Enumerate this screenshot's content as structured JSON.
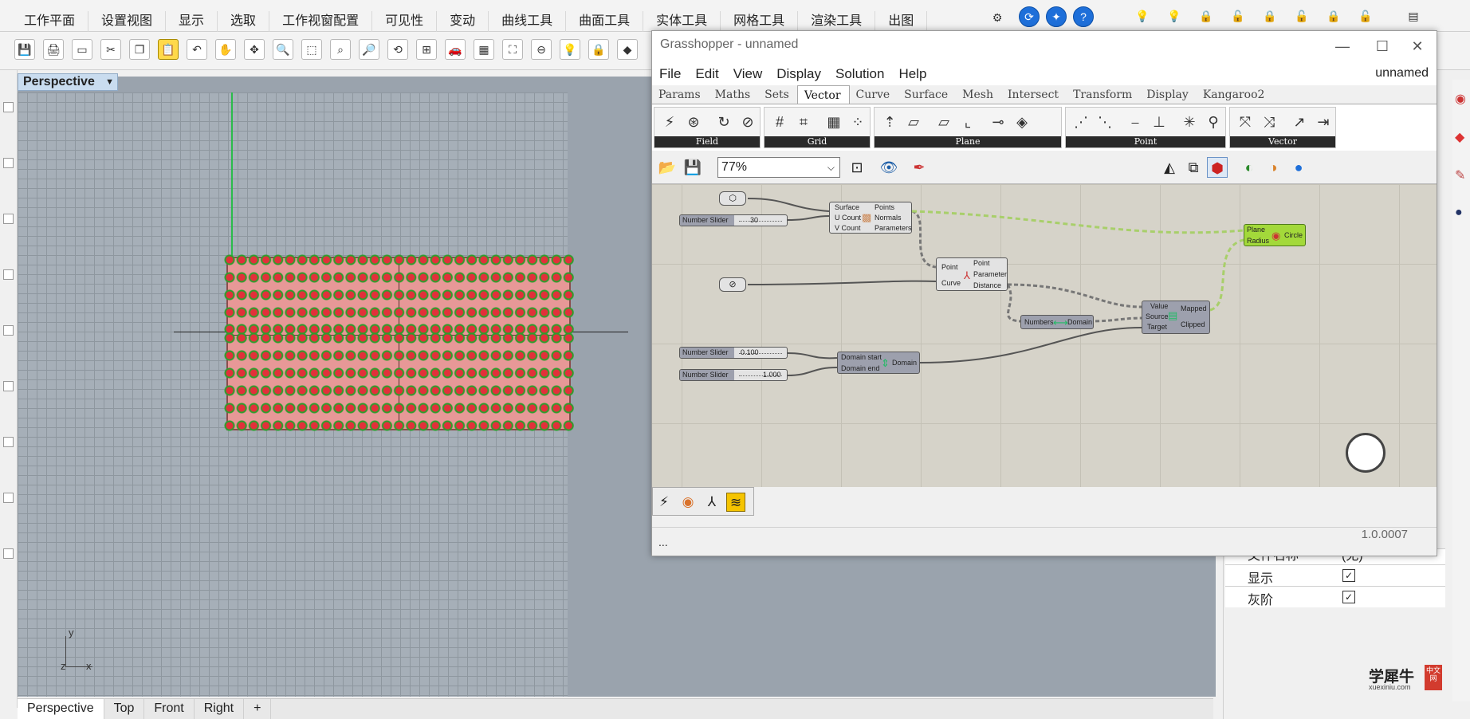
{
  "rhino": {
    "ribbon_tabs": [
      "工作平面",
      "设置视图",
      "显示",
      "选取",
      "工作视窗配置",
      "可见性",
      "变动",
      "曲线工具",
      "曲面工具",
      "实体工具",
      "网格工具",
      "渲染工具",
      "出图"
    ],
    "viewport_label": "Perspective",
    "viewport_menu_icon": "dropdown-arrow-icon",
    "bottom_tabs": [
      "Perspective",
      "Top",
      "Front",
      "Right"
    ],
    "add_tab_label": "+",
    "axis_labels": {
      "y": "y",
      "x": "x",
      "z": "z"
    },
    "properties": {
      "partial_label": "文件名称",
      "partial_value": "(无)",
      "rows": [
        {
          "label": "显示",
          "checked": true
        },
        {
          "label": "灰阶",
          "checked": true
        }
      ]
    },
    "watermark": {
      "main": "学犀牛",
      "sub": "xuexiniu.com",
      "seal": "中文网"
    },
    "colors": {
      "surface": "#e79897",
      "point_fill": "#e2303a",
      "point_ring": "#2c9e2c",
      "y_axis": "#2bbb4b"
    }
  },
  "grasshopper": {
    "title": "Grasshopper - unnamed",
    "doc_name": "unnamed",
    "menu": [
      "File",
      "Edit",
      "View",
      "Display",
      "Solution",
      "Help"
    ],
    "tabs": [
      "Params",
      "Maths",
      "Sets",
      "Vector",
      "Curve",
      "Surface",
      "Mesh",
      "Intersect",
      "Transform",
      "Display",
      "Kangaroo2"
    ],
    "active_tab": "Vector",
    "ribbon_groups": [
      "Field",
      "Grid",
      "Plane",
      "Point",
      "Vector"
    ],
    "zoom": "77%",
    "status_left": "...",
    "version": "1.0.0007",
    "nodes": {
      "divide": {
        "inputs": [
          "Surface",
          "U Count",
          "V Count"
        ],
        "outputs": [
          "Points",
          "Normals",
          "Parameters"
        ]
      },
      "slider1": {
        "label": "Number Slider",
        "value": "30"
      },
      "curve_closest": {
        "inputs": [
          "Point",
          "Curve"
        ],
        "outputs": [
          "Point",
          "Parameter",
          "Distance"
        ]
      },
      "bounds": {
        "input": "Numbers",
        "output": "Domain"
      },
      "remap": {
        "inputs": [
          "Value",
          "Source",
          "Target"
        ],
        "outputs": [
          "Mapped",
          "Clipped"
        ]
      },
      "slider2": {
        "label": "Number Slider",
        "value": "0.100"
      },
      "slider3": {
        "label": "Number Slider",
        "value": "1.000"
      },
      "construct_domain": {
        "inputs": [
          "Domain start",
          "Domain end"
        ],
        "output": "Domain"
      },
      "circle": {
        "inputs": [
          "Plane",
          "Radius"
        ],
        "output": "Circle"
      }
    },
    "colors": {
      "canvas": "#d6d3c9",
      "circle_node": "#a3d93a",
      "wire_preview": "#a8cf6a"
    }
  }
}
